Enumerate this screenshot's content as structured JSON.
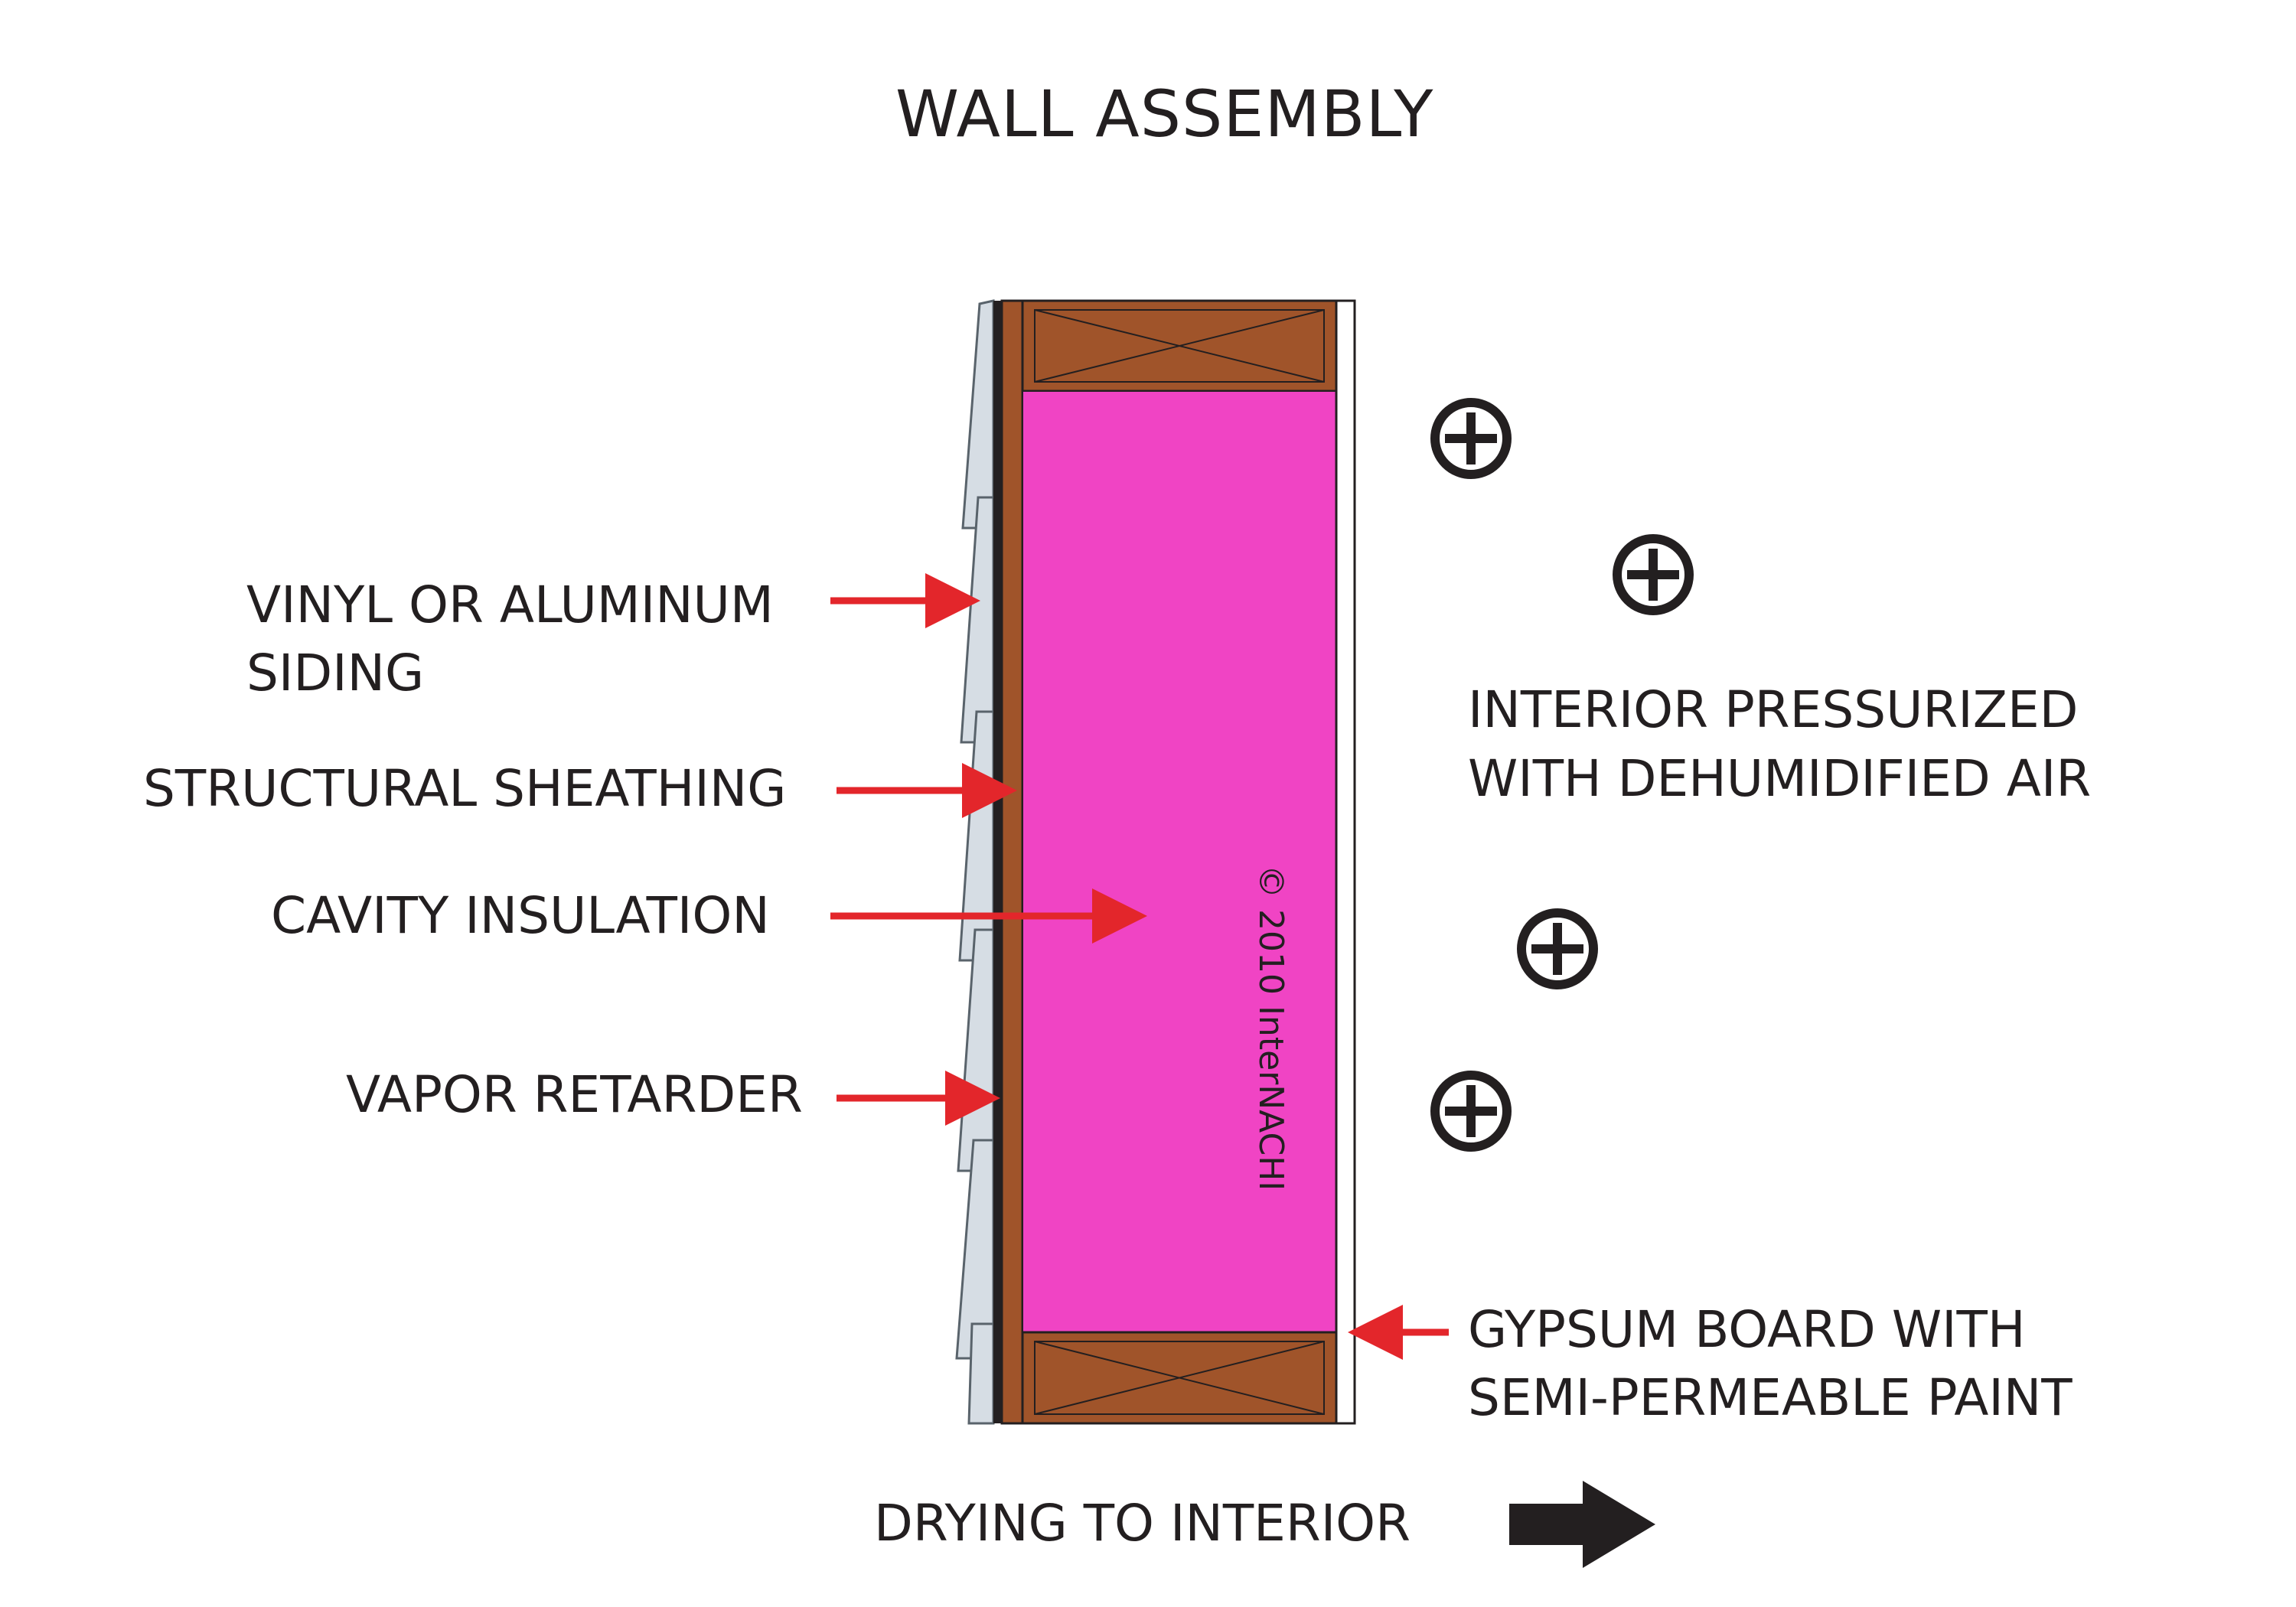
{
  "title": "WALL ASSEMBLY",
  "labels": {
    "siding_line1": "VINYL OR ALUMINUM",
    "siding_line2": "SIDING",
    "sheathing": "STRUCTURAL SHEATHING",
    "insulation": "CAVITY INSULATION",
    "vapor": "VAPOR RETARDER",
    "interior_line1": "INTERIOR PRESSURIZED",
    "interior_line2": "WITH DEHUMIDIFIED AIR",
    "gypsum_line1": "GYPSUM BOARD WITH",
    "gypsum_line2": "SEMI-PERMEABLE PAINT",
    "drying": "DRYING TO INTERIOR"
  },
  "watermark": "© 2010  InterNACHI",
  "colors": {
    "insulation": "#f044c4",
    "wood": "#a0542a",
    "siding": "#d6dde4",
    "arrow_red": "#e3262b",
    "text": "#231f20"
  },
  "icons": [
    "plus-circle-icon",
    "plus-circle-icon",
    "plus-circle-icon",
    "plus-circle-icon",
    "right-arrow-icon"
  ]
}
